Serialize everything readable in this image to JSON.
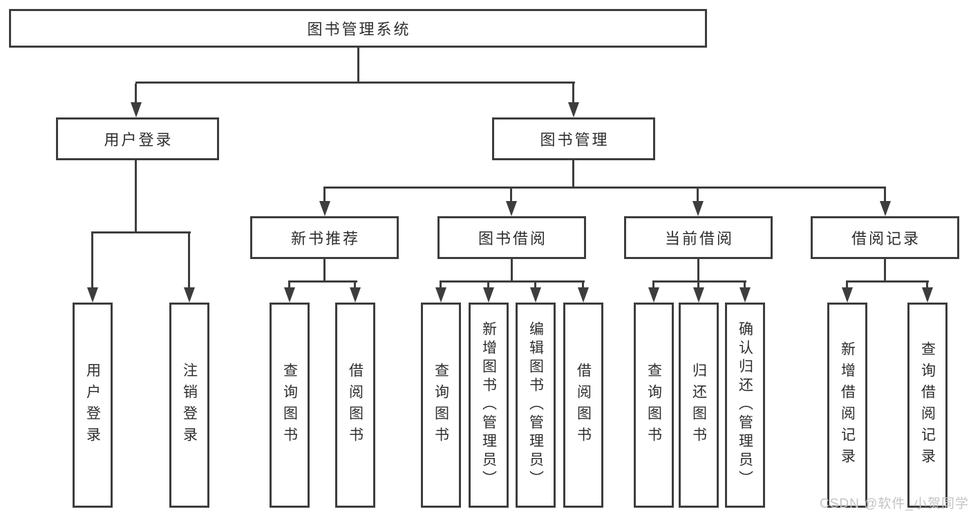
{
  "diagram": {
    "title": "图书管理系统",
    "branches": [
      {
        "label": "用户登录",
        "children": [
          {
            "label": "用户登录"
          },
          {
            "label": "注销登录"
          }
        ]
      },
      {
        "label": "图书管理",
        "children": [
          {
            "label": "新书推荐",
            "children": [
              {
                "label": "查询图书"
              },
              {
                "label": "借阅图书"
              }
            ]
          },
          {
            "label": "图书借阅",
            "children": [
              {
                "label": "查询图书"
              },
              {
                "label": "新增图书（管理员）"
              },
              {
                "label": "编辑图书（管理员）"
              },
              {
                "label": "借阅图书"
              }
            ]
          },
          {
            "label": "当前借阅",
            "children": [
              {
                "label": "查询图书"
              },
              {
                "label": "归还图书"
              },
              {
                "label": "确认归还（管理员）"
              }
            ]
          },
          {
            "label": "借阅记录",
            "children": [
              {
                "label": "新增借阅记录"
              },
              {
                "label": "查询借阅记录"
              }
            ]
          }
        ]
      }
    ]
  },
  "watermark": {
    "text": "CSDN @软件_小贺同学"
  },
  "colors": {
    "line": "#3d3d3d",
    "text": "#2e2e2e",
    "background": "#ffffff",
    "watermark": "#c4c4c4"
  }
}
